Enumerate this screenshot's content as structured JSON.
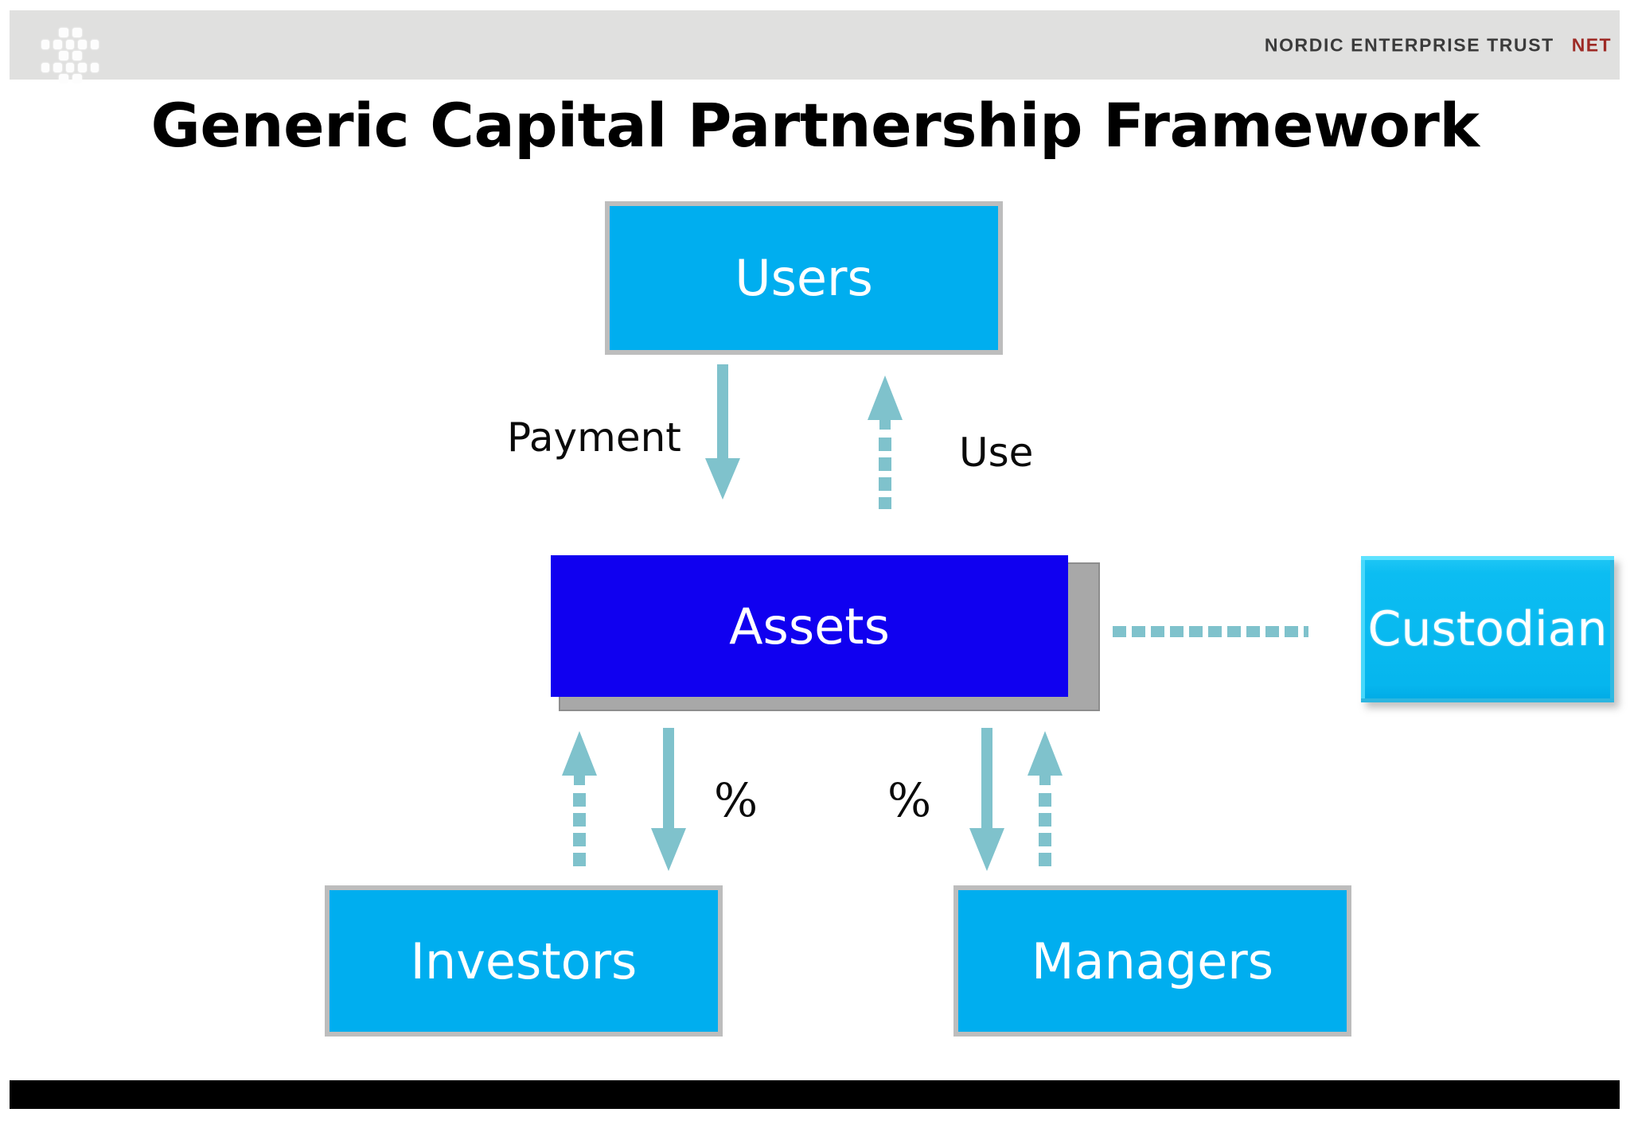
{
  "header": {
    "logo_icon": "dot-grid-logo-icon",
    "logo_dot_rows": [
      2,
      5,
      2,
      5,
      2
    ],
    "brand_name": "NORDIC ENTERPRISE TRUST",
    "brand_abbr": "NET",
    "band_color": "#e0e0df",
    "brand_name_color": "#3b3b3b",
    "brand_abbr_color": "#9e2a25"
  },
  "title": "Generic Capital Partnership Framework",
  "diagram_data": {
    "type": "diagram",
    "nodes": [
      {
        "id": "users",
        "label": "Users",
        "fill": "#00AEEF",
        "border": "#bdbdbd",
        "style": "flat"
      },
      {
        "id": "assets",
        "label": "Assets",
        "fill": "#1000F0",
        "border": "#a8a8a8",
        "style": "shadowed"
      },
      {
        "id": "custodian",
        "label": "Custodian",
        "fill": "#0CBDF2",
        "border": "#5EE2FF",
        "style": "beveled"
      },
      {
        "id": "investors",
        "label": "Investors",
        "fill": "#00AEEF",
        "border": "#bdbdbd",
        "style": "flat"
      },
      {
        "id": "managers",
        "label": "Managers",
        "fill": "#00AEEF",
        "border": "#bdbdbd",
        "style": "flat"
      }
    ],
    "edges": [
      {
        "from": "users",
        "to": "assets",
        "label": "Payment",
        "line": "solid",
        "direction": "down",
        "color": "#7FC2CC"
      },
      {
        "from": "assets",
        "to": "users",
        "label": "Use",
        "line": "dashed",
        "direction": "up",
        "color": "#7FC2CC"
      },
      {
        "from": "assets",
        "to": "investors",
        "label": "%",
        "line": "solid",
        "direction": "down",
        "color": "#7FC2CC"
      },
      {
        "from": "investors",
        "to": "assets",
        "label": "",
        "line": "dashed",
        "direction": "up",
        "color": "#7FC2CC"
      },
      {
        "from": "assets",
        "to": "managers",
        "label": "%",
        "line": "solid",
        "direction": "down",
        "color": "#7FC2CC"
      },
      {
        "from": "managers",
        "to": "assets",
        "label": "",
        "line": "dashed",
        "direction": "up",
        "color": "#7FC2CC"
      },
      {
        "from": "assets",
        "to": "custodian",
        "label": "",
        "line": "dashed",
        "direction": "right",
        "color": "#7FC2CC"
      }
    ],
    "labels": {
      "payment": "Payment",
      "use": "Use",
      "percent_left": "%",
      "percent_right": "%"
    }
  },
  "footer": {
    "bar_color": "#000000"
  }
}
